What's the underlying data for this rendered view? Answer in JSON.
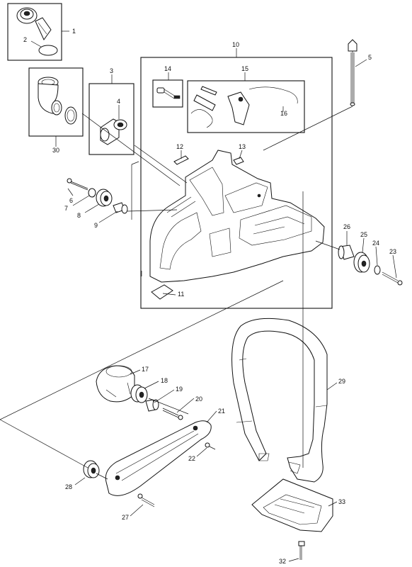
{
  "callouts": {
    "c1": "1",
    "c2": "2",
    "c3": "3",
    "c4": "4",
    "c5": "5",
    "c6": "6",
    "c7": "7",
    "c8": "8",
    "c9": "9",
    "c10": "10",
    "c11": "11",
    "c12": "12",
    "c13": "13",
    "c14": "14",
    "c15": "15",
    "c16": "16",
    "c17": "17",
    "c18": "18",
    "c19": "19",
    "c20": "20",
    "c21": "21",
    "c22": "22",
    "c23": "23",
    "c24": "24",
    "c25": "25",
    "c26": "26",
    "c27": "27",
    "c28": "28",
    "c29": "29",
    "c30": "30",
    "c32": "32",
    "c33": "33"
  }
}
